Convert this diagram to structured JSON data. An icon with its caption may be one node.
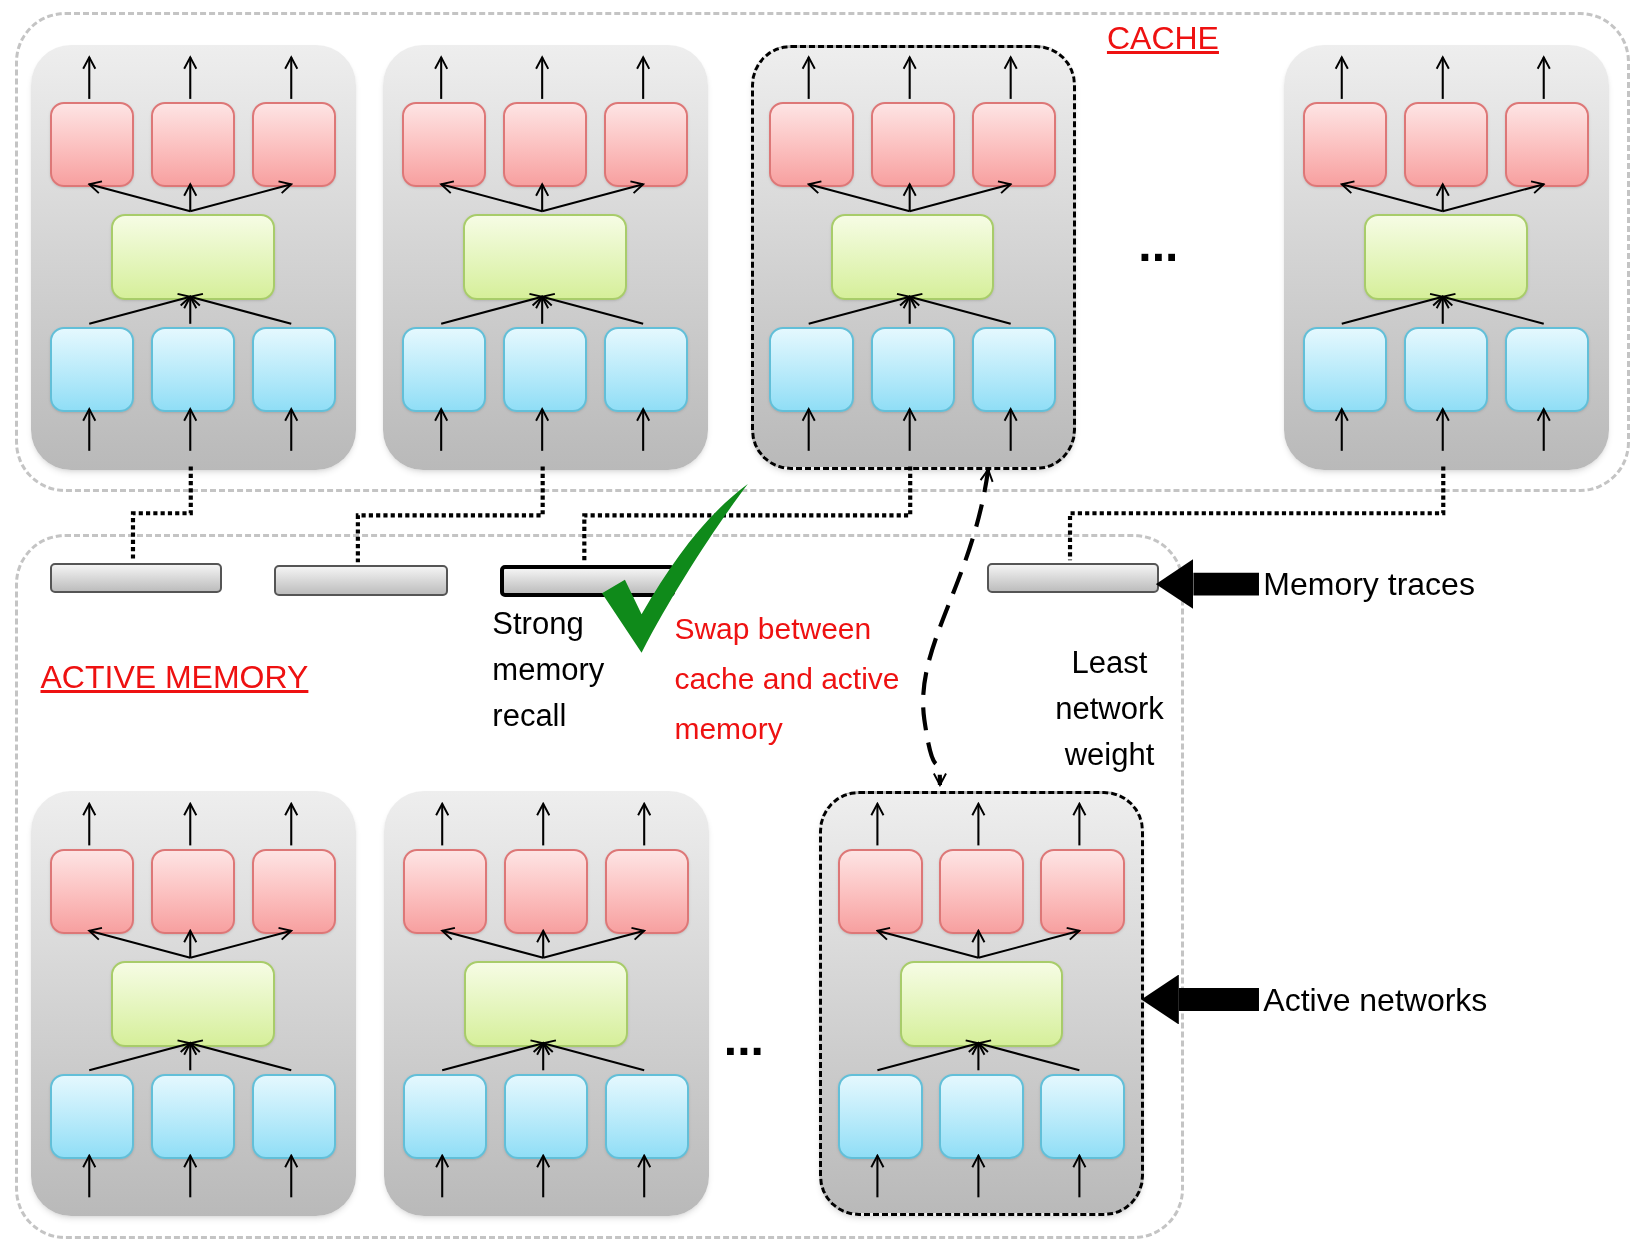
{
  "diagram": {
    "nodes": [
      {
        "text": [
          "CACHE"
        ]
      },
      {
        "text": [],
        "shape": "box",
        "in": 0
      },
      {
        "text": [],
        "shape": "box",
        "in": 1
      },
      {
        "text": [],
        "shape": "box",
        "in": 1
      },
      {
        "text": [],
        "shape": "box",
        "in": 1
      },
      {
        "text": [],
        "shape": "box",
        "in": 1
      },
      {
        "text": [],
        "shape": "box",
        "in": 1
      },
      {
        "text": [],
        "shape": "box",
        "in": 1
      },
      {
        "text": [],
        "shape": "box",
        "in": 1
      },
      {
        "text": [],
        "shape": "box",
        "in": 0
      },
      {
        "text": [],
        "shape": "box",
        "in": 9
      },
      {
        "text": [],
        "shape": "box",
        "in": 9
      },
      {
        "text": [],
        "shape": "box",
        "in": 9
      },
      {
        "text": [],
        "shape": "box",
        "in": 9
      },
      {
        "text": [],
        "shape": "box",
        "in": 9
      },
      {
        "text": [],
        "shape": "box",
        "in": 9
      },
      {
        "text": [],
        "shape": "box",
        "in": 9
      },
      {
        "text": [],
        "shape": "box",
        "in": 0
      },
      {
        "text": [],
        "shape": "box",
        "in": 17
      },
      {
        "text": [],
        "shape": "box",
        "in": 17
      },
      {
        "text": [],
        "shape": "box",
        "in": 17
      },
      {
        "text": [],
        "shape": "box",
        "in": 17
      },
      {
        "text": [],
        "shape": "box",
        "in": 17
      },
      {
        "text": [],
        "shape": "box",
        "in": 17
      },
      {
        "text": [],
        "shape": "box",
        "in": 17
      },
      {
        "text": [],
        "shape": "box",
        "in": 0
      },
      {
        "text": [],
        "shape": "box",
        "in": 25
      },
      {
        "text": [],
        "shape": "box",
        "in": 25
      },
      {
        "text": [],
        "shape": "box",
        "in": 25
      },
      {
        "text": [],
        "shape": "box",
        "in": 25
      },
      {
        "text": [],
        "shape": "box",
        "in": 25
      },
      {
        "text": [],
        "shape": "box",
        "in": 25
      },
      {
        "text": [],
        "shape": "box",
        "in": 25
      },
      {
        "text": [
          "ACTIVE MEMORY"
        ]
      },
      {
        "text": [],
        "shape": "bar",
        "in": 33
      },
      {
        "text": [],
        "shape": "bar",
        "in": 33
      },
      {
        "text": [],
        "shape": "bar",
        "in": 33,
        "beside": [
          "Strong memory recall"
        ]
      },
      {
        "text": [],
        "shape": "bar",
        "in": 33,
        "beside": [
          "Least network weight"
        ]
      },
      {
        "text": [],
        "shape": "box",
        "in": 33
      },
      {
        "text": [],
        "shape": "box",
        "in": 38
      },
      {
        "text": [],
        "shape": "box",
        "in": 38
      },
      {
        "text": [],
        "shape": "box",
        "in": 38
      },
      {
        "text": [],
        "shape": "box",
        "in": 38
      },
      {
        "text": [],
        "shape": "box",
        "in": 38
      },
      {
        "text": [],
        "shape": "box",
        "in": 38
      },
      {
        "text": [],
        "shape": "box",
        "in": 38
      },
      {
        "text": [],
        "shape": "box",
        "in": 33
      },
      {
        "text": [],
        "shape": "box",
        "in": 46
      },
      {
        "text": [],
        "shape": "box",
        "in": 46
      },
      {
        "text": [],
        "shape": "box",
        "in": 46
      },
      {
        "text": [],
        "shape": "box",
        "in": 46
      },
      {
        "text": [],
        "shape": "box",
        "in": 46
      },
      {
        "text": [],
        "shape": "box",
        "in": 46
      },
      {
        "text": [],
        "shape": "box",
        "in": 46
      },
      {
        "text": [],
        "shape": "box",
        "in": 33
      },
      {
        "text": [],
        "shape": "box",
        "in": 54
      },
      {
        "text": [],
        "shape": "box",
        "in": 54
      },
      {
        "text": [],
        "shape": "box",
        "in": 54
      },
      {
        "text": [],
        "shape": "box",
        "in": 54
      },
      {
        "text": [],
        "shape": "box",
        "in": 54
      },
      {
        "text": [],
        "shape": "box",
        "in": 54
      },
      {
        "text": [],
        "shape": "box",
        "in": 54
      },
      {
        "text": [
          "Memory traces"
        ]
      },
      {
        "text": [
          "Active networks"
        ]
      }
    ],
    "edges": [
      {
        "from": null,
        "to": 6,
        "arrow": "to"
      },
      {
        "from": null,
        "to": 7,
        "arrow": "to"
      },
      {
        "from": null,
        "to": 8,
        "arrow": "to"
      },
      {
        "from": 6,
        "to": 5,
        "arrow": "to"
      },
      {
        "from": 7,
        "to": 5,
        "arrow": "to"
      },
      {
        "from": 8,
        "to": 5,
        "arrow": "to"
      },
      {
        "from": 5,
        "to": 2,
        "arrow": "to"
      },
      {
        "from": 5,
        "to": 3,
        "arrow": "to"
      },
      {
        "from": 5,
        "to": 4,
        "arrow": "to"
      },
      {
        "from": 2,
        "to": null,
        "arrow": "to"
      },
      {
        "from": 3,
        "to": null,
        "arrow": "to"
      },
      {
        "from": 4,
        "to": null,
        "arrow": "to"
      },
      {
        "from": null,
        "to": 14,
        "arrow": "to"
      },
      {
        "from": null,
        "to": 15,
        "arrow": "to"
      },
      {
        "from": null,
        "to": 16,
        "arrow": "to"
      },
      {
        "from": 14,
        "to": 13,
        "arrow": "to"
      },
      {
        "from": 15,
        "to": 13,
        "arrow": "to"
      },
      {
        "from": 16,
        "to": 13,
        "arrow": "to"
      },
      {
        "from": 13,
        "to": 10,
        "arrow": "to"
      },
      {
        "from": 13,
        "to": 11,
        "arrow": "to"
      },
      {
        "from": 13,
        "to": 12,
        "arrow": "to"
      },
      {
        "from": 10,
        "to": null,
        "arrow": "to"
      },
      {
        "from": 11,
        "to": null,
        "arrow": "to"
      },
      {
        "from": 12,
        "to": null,
        "arrow": "to"
      },
      {
        "from": null,
        "to": 22,
        "arrow": "to"
      },
      {
        "from": null,
        "to": 23,
        "arrow": "to"
      },
      {
        "from": null,
        "to": 24,
        "arrow": "to"
      },
      {
        "from": 22,
        "to": 21,
        "arrow": "to"
      },
      {
        "from": 23,
        "to": 21,
        "arrow": "to"
      },
      {
        "from": 24,
        "to": 21,
        "arrow": "to"
      },
      {
        "from": 21,
        "to": 18,
        "arrow": "to"
      },
      {
        "from": 21,
        "to": 19,
        "arrow": "to"
      },
      {
        "from": 21,
        "to": 20,
        "arrow": "to"
      },
      {
        "from": 18,
        "to": null,
        "arrow": "to"
      },
      {
        "from": 19,
        "to": null,
        "arrow": "to"
      },
      {
        "from": 20,
        "to": null,
        "arrow": "to"
      },
      {
        "from": null,
        "to": 30,
        "arrow": "to"
      },
      {
        "from": null,
        "to": 31,
        "arrow": "to"
      },
      {
        "from": null,
        "to": 32,
        "arrow": "to"
      },
      {
        "from": 30,
        "to": 29,
        "arrow": "to"
      },
      {
        "from": 31,
        "to": 29,
        "arrow": "to"
      },
      {
        "from": 32,
        "to": 29,
        "arrow": "to"
      },
      {
        "from": 29,
        "to": 26,
        "arrow": "to"
      },
      {
        "from": 29,
        "to": 27,
        "arrow": "to"
      },
      {
        "from": 29,
        "to": 28,
        "arrow": "to"
      },
      {
        "from": 26,
        "to": null,
        "arrow": "to"
      },
      {
        "from": 27,
        "to": null,
        "arrow": "to"
      },
      {
        "from": 28,
        "to": null,
        "arrow": "to"
      },
      {
        "from": null,
        "to": 43,
        "arrow": "to"
      },
      {
        "from": null,
        "to": 44,
        "arrow": "to"
      },
      {
        "from": null,
        "to": 45,
        "arrow": "to"
      },
      {
        "from": 43,
        "to": 42,
        "arrow": "to"
      },
      {
        "from": 44,
        "to": 42,
        "arrow": "to"
      },
      {
        "from": 45,
        "to": 42,
        "arrow": "to"
      },
      {
        "from": 42,
        "to": 39,
        "arrow": "to"
      },
      {
        "from": 42,
        "to": 40,
        "arrow": "to"
      },
      {
        "from": 42,
        "to": 41,
        "arrow": "to"
      },
      {
        "from": 39,
        "to": null,
        "arrow": "to"
      },
      {
        "from": 40,
        "to": null,
        "arrow": "to"
      },
      {
        "from": 41,
        "to": null,
        "arrow": "to"
      },
      {
        "from": null,
        "to": 51,
        "arrow": "to"
      },
      {
        "from": null,
        "to": 52,
        "arrow": "to"
      },
      {
        "from": null,
        "to": 53,
        "arrow": "to"
      },
      {
        "from": 51,
        "to": 50,
        "arrow": "to"
      },
      {
        "from": 52,
        "to": 50,
        "arrow": "to"
      },
      {
        "from": 53,
        "to": 50,
        "arrow": "to"
      },
      {
        "from": 50,
        "to": 47,
        "arrow": "to"
      },
      {
        "from": 50,
        "to": 48,
        "arrow": "to"
      },
      {
        "from": 50,
        "to": 49,
        "arrow": "to"
      },
      {
        "from": 47,
        "to": null,
        "arrow": "to"
      },
      {
        "from": 48,
        "to": null,
        "arrow": "to"
      },
      {
        "from": 49,
        "to": null,
        "arrow": "to"
      },
      {
        "from": null,
        "to": 59,
        "arrow": "to"
      },
      {
        "from": null,
        "to": 60,
        "arrow": "to"
      },
      {
        "from": null,
        "to": 61,
        "arrow": "to"
      },
      {
        "from": 59,
        "to": 58,
        "arrow": "to"
      },
      {
        "from": 60,
        "to": 58,
        "arrow": "to"
      },
      {
        "from": 61,
        "to": 58,
        "arrow": "to"
      },
      {
        "from": 58,
        "to": 55,
        "arrow": "to"
      },
      {
        "from": 58,
        "to": 56,
        "arrow": "to"
      },
      {
        "from": 58,
        "to": 57,
        "arrow": "to"
      },
      {
        "from": 55,
        "to": null,
        "arrow": "to"
      },
      {
        "from": 56,
        "to": null,
        "arrow": "to"
      },
      {
        "from": 57,
        "to": null,
        "arrow": "to"
      },
      {
        "from": 1,
        "to": 34,
        "arrow": "none",
        "style": "dashed"
      },
      {
        "from": 9,
        "to": 35,
        "arrow": "none",
        "style": "dashed"
      },
      {
        "from": 17,
        "to": 36,
        "arrow": "none",
        "style": "dashed"
      },
      {
        "from": 25,
        "to": 37,
        "arrow": "none",
        "style": "dashed"
      },
      {
        "from": 17,
        "to": 54,
        "arrow": "both",
        "style": "dashed",
        "label": "Swap between cache and active memory"
      },
      {
        "from": 62,
        "to": 37,
        "arrow": "to",
        "style": "thick"
      },
      {
        "from": 63,
        "to": 54,
        "arrow": "to",
        "style": "thick"
      }
    ],
    "labels": [
      "...",
      "..."
    ]
  }
}
